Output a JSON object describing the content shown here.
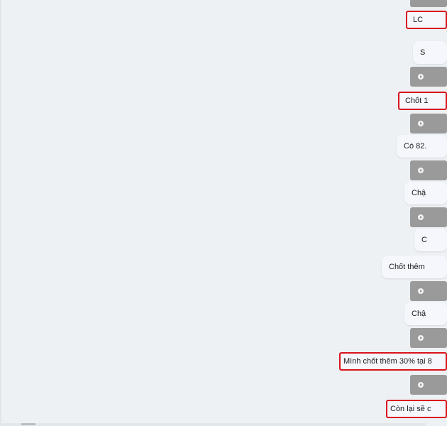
{
  "messages": [
    {
      "id": "m1",
      "text": "LC",
      "highlighted": true
    },
    {
      "id": "m2",
      "text": "S",
      "highlighted": false
    },
    {
      "id": "m3",
      "text": "Chốt 1",
      "highlighted": true
    },
    {
      "id": "m4",
      "text": "Có 82.",
      "highlighted": false
    },
    {
      "id": "m5",
      "text": "Chậ",
      "highlighted": false
    },
    {
      "id": "m6",
      "text": "C",
      "highlighted": false
    },
    {
      "id": "m7",
      "text": "Chốt thêm",
      "highlighted": false
    },
    {
      "id": "m8",
      "text": "Chậ",
      "highlighted": false
    },
    {
      "id": "m9",
      "text": "Mình chốt thêm 30% tại 8",
      "highlighted": true
    },
    {
      "id": "m10",
      "text": "Còn lại sẽ c",
      "highlighted": true
    }
  ],
  "attachments": [
    {
      "icon": "play-icon"
    },
    {
      "icon": "play-icon"
    },
    {
      "icon": "play-icon"
    },
    {
      "icon": "play-icon"
    },
    {
      "icon": "play-icon"
    },
    {
      "icon": "play-icon"
    },
    {
      "icon": "play-icon"
    },
    {
      "icon": "play-icon"
    },
    {
      "icon": "play-icon"
    }
  ],
  "colors": {
    "background": "#eef1f4",
    "bubble": "#f5f7fd",
    "highlight_border": "#d9131c",
    "attachment": "#9a9a9a"
  }
}
